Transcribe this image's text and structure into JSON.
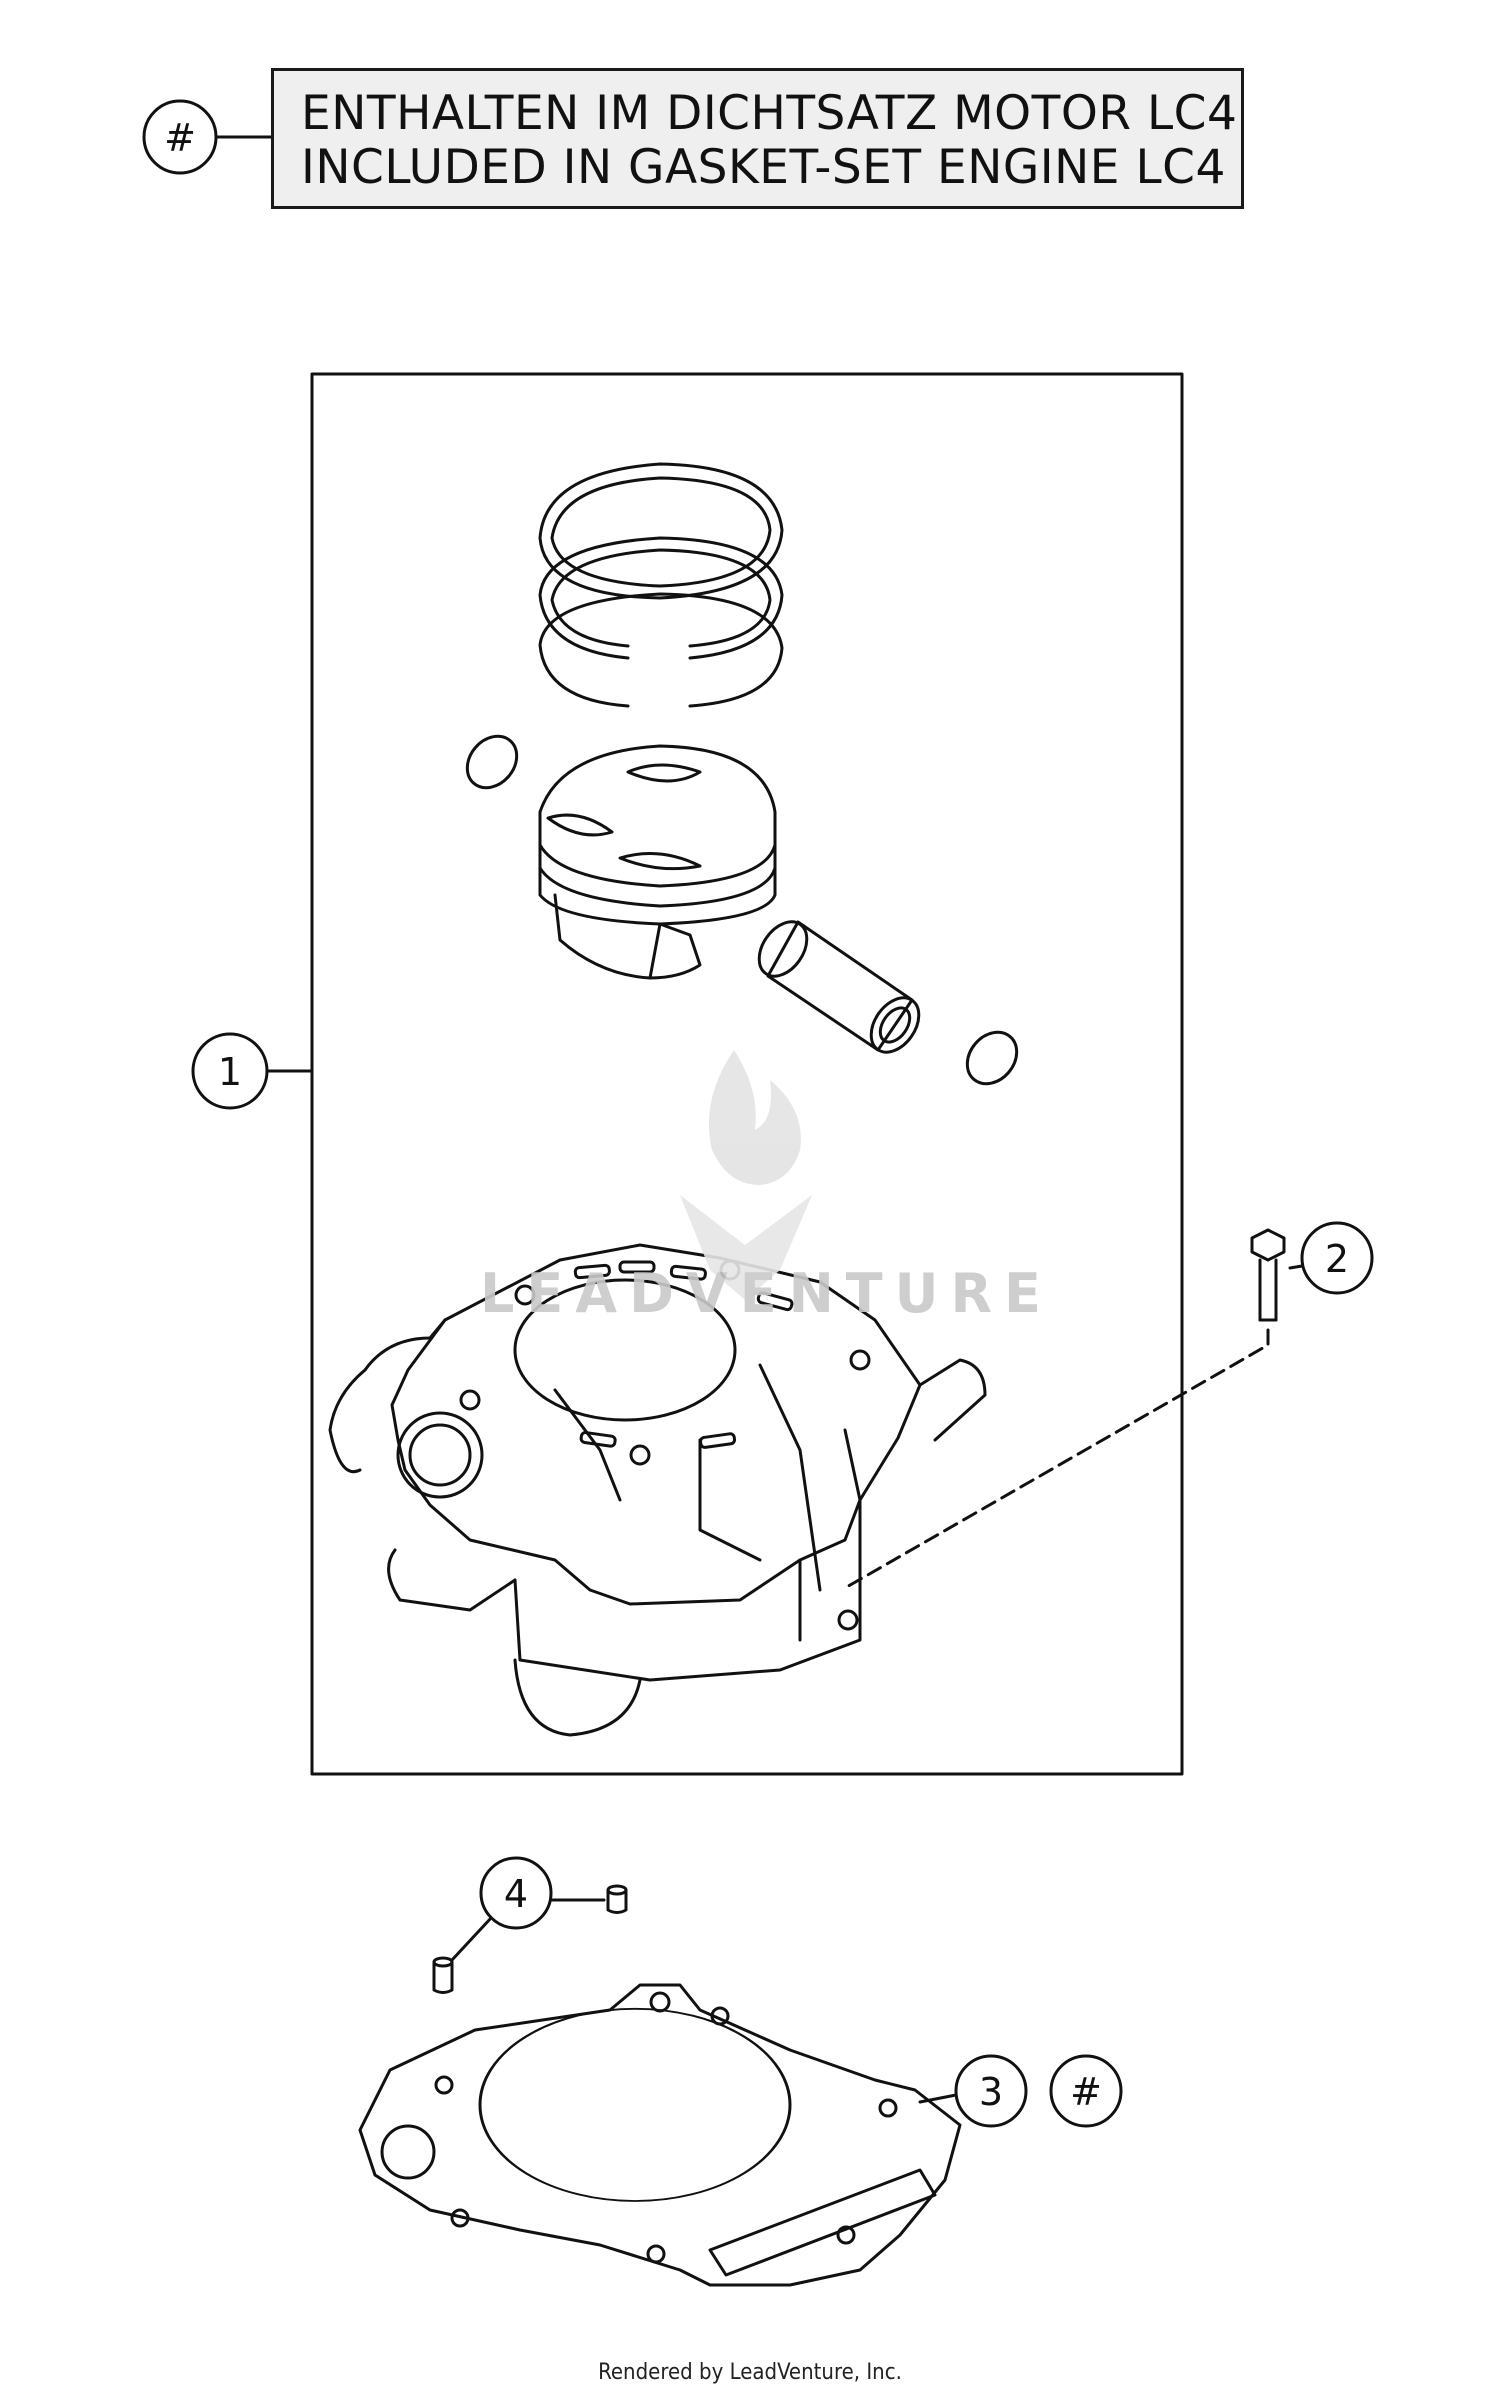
{
  "legend": {
    "marker": "#",
    "line1": "ENTHALTEN IM DICHTSATZ MOTOR LC4",
    "line2": "INCLUDED IN GASKET-SET ENGINE LC4"
  },
  "callouts": {
    "c1": "1",
    "c2": "2",
    "c3": "3",
    "c3_hash": "#",
    "c4": "4"
  },
  "watermark": {
    "text": "LEADVENTURE"
  },
  "footer": {
    "text": "Rendered by LeadVenture, Inc."
  },
  "colors": {
    "line": "#111111",
    "legend_bg": "#efefef",
    "watermark": "#c9c9c9"
  }
}
